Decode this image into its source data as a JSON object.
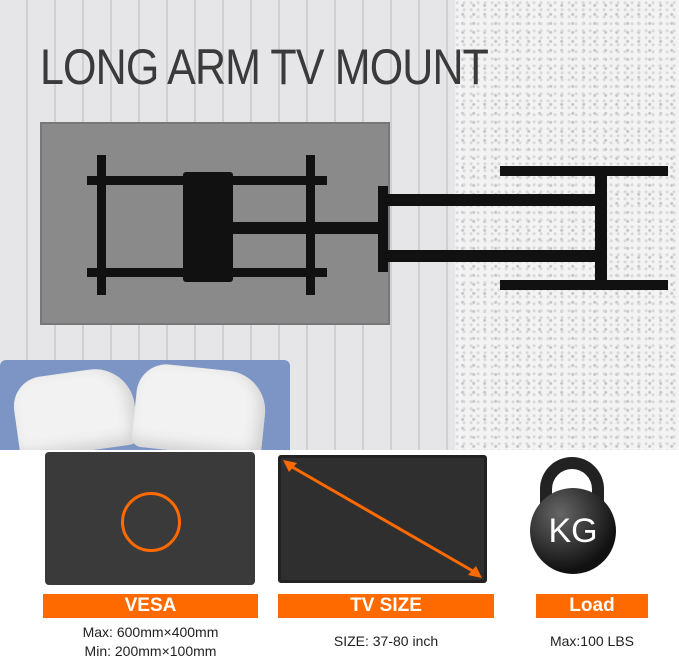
{
  "title": "LONG ARM TV MOUNT",
  "features": [
    {
      "label": "VESA",
      "lines": [
        "Max: 600mm×400mm",
        "Min: 200mm×100mm"
      ]
    },
    {
      "label": "TV SIZE",
      "lines": [
        "SIZE: 37-80 inch"
      ]
    },
    {
      "label": "Load",
      "lines": [
        "Max:100 LBS"
      ]
    }
  ],
  "kettlebell_text": "KG",
  "colors": {
    "accent": "#ff6a00",
    "vesa_circle": "#ff6a00"
  }
}
